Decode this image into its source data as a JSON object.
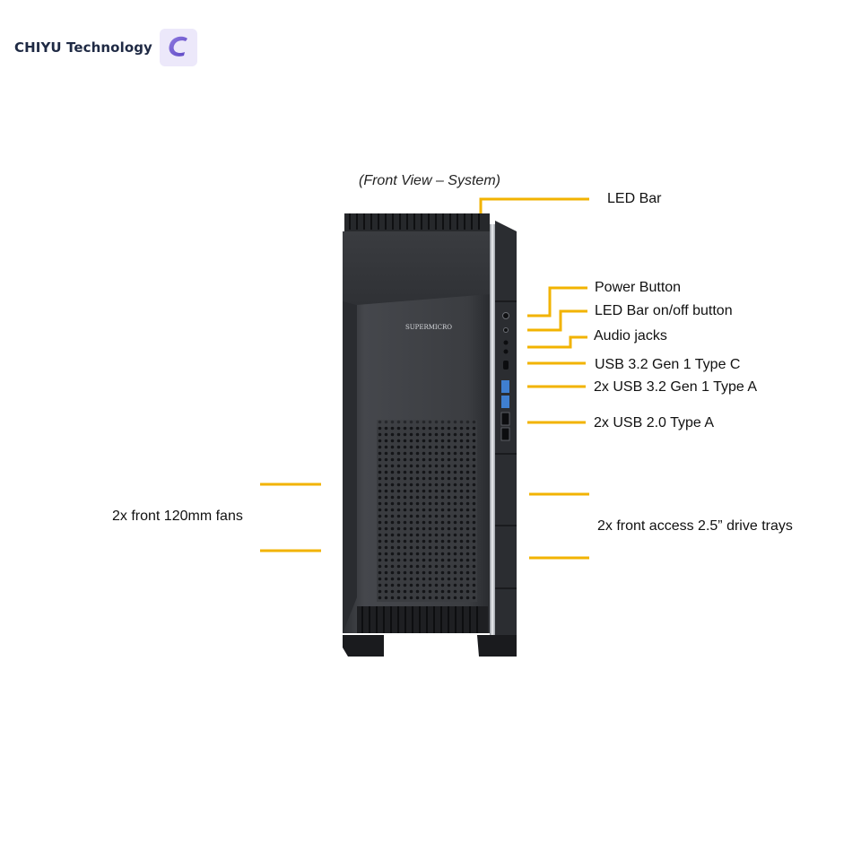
{
  "brand": {
    "name": "CHIYU Technology",
    "logo_letter": "C"
  },
  "diagram": {
    "caption": "(Front View – System)",
    "chassis_brand": "SUPERMICRO",
    "callouts": {
      "led_bar": "LED Bar",
      "power_button": "Power Button",
      "led_bar_toggle": "LED Bar on/off button",
      "audio_jacks": "Audio jacks",
      "usb_c": "USB 3.2 Gen 1 Type C",
      "usb_32_a": "2x USB 3.2 Gen 1 Type A",
      "usb_20_a": "2x USB 2.0 Type A",
      "front_fans": "2x front  120mm fans",
      "drive_trays": "2x front  access 2.5” drive trays"
    },
    "colors": {
      "leader_line": "#f2b300",
      "chassis_body": "#3a3c40",
      "chassis_dark": "#24262a",
      "accent_strip": "#c9ccd1",
      "usb_blue": "#3f7fd0"
    }
  }
}
